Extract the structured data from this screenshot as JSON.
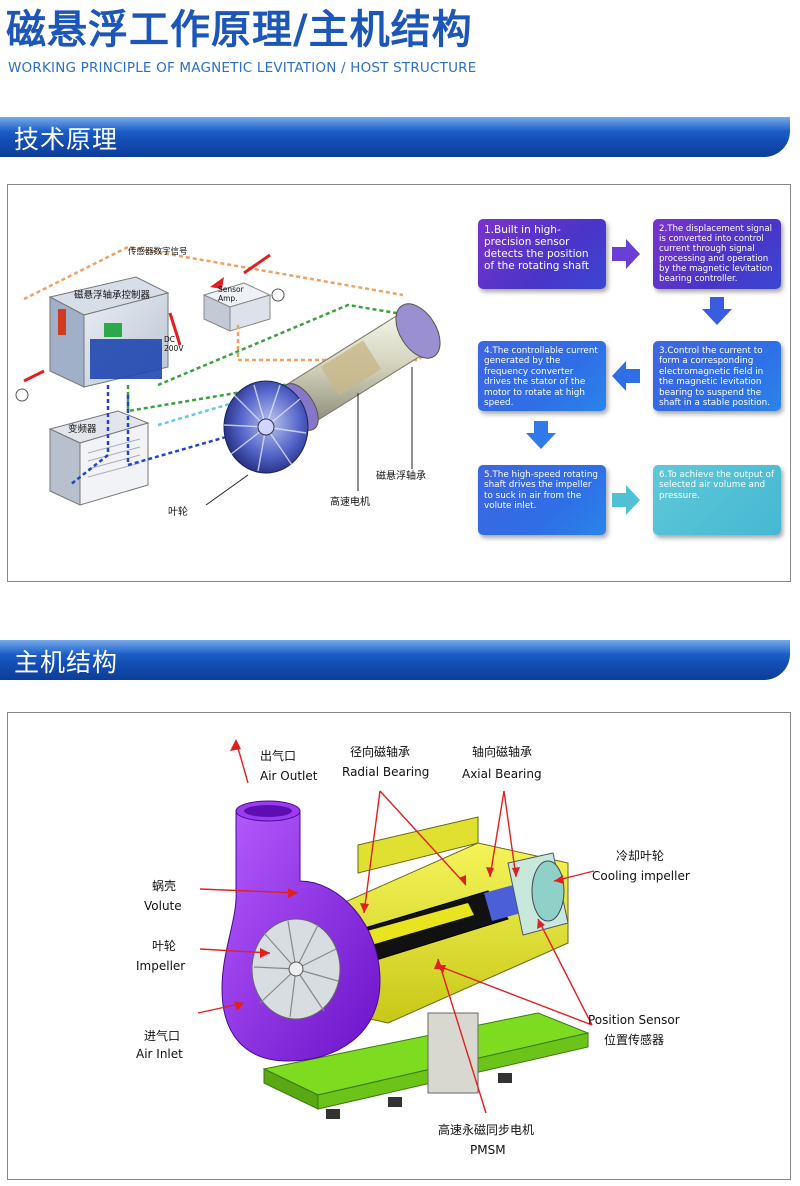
{
  "header": {
    "title": "磁悬浮工作原理/主机结构",
    "subtitle": "WORKING PRINCIPLE OF MAGNETIC LEVITATION / HOST STRUCTURE"
  },
  "sections": {
    "principle": "技术原理",
    "structure": "主机结构"
  },
  "principle_diagram": {
    "labels": {
      "sensor_signal": "传感器数字信号",
      "controller": "磁悬浮轴承控制器",
      "sensor_amp": "Sensor\nAmp.",
      "dc": "DC\n200V",
      "inverter": "变频器",
      "impeller": "叶轮",
      "motor": "高速电机",
      "bearing": "磁悬浮轴承"
    },
    "steps": [
      "1.Built in high-precision sensor detects the position of the rotating shaft",
      "2.The displacement signal is converted into control current through signal processing and operation by the magnetic levitation bearing controller.",
      "3.Control the current to form a corresponding electromagnetic field in the magnetic levitation bearing to suspend the shaft in a stable position.",
      "4.The controllable current generated by the frequency converter drives the stator of the motor to rotate at high speed.",
      "5.The high-speed rotating shaft drives the impeller to suck in air from the volute inlet.",
      "6.To achieve the output of selected air volume and pressure."
    ]
  },
  "structure_diagram": {
    "labels": {
      "outlet_cn": "出气口",
      "outlet_en": "Air Outlet",
      "radial_cn": "径向磁轴承",
      "radial_en": "Radial Bearing",
      "axial_cn": "轴向磁轴承",
      "axial_en": "Axial Bearing",
      "cooling_cn": "冷却叶轮",
      "cooling_en": "Cooling impeller",
      "volute_cn": "蜗壳",
      "volute_en": "Volute",
      "impeller_cn": "叶轮",
      "impeller_en": "Impeller",
      "inlet_cn": "进气口",
      "inlet_en": "Air Inlet",
      "position_en": "Position Sensor",
      "position_cn": "位置传感器",
      "pmsm_cn": "高速永磁同步电机",
      "pmsm_en": "PMSM"
    }
  },
  "colors": {
    "title_blue": "#1b56b8",
    "bar_blue": "#1450b8",
    "step_purple": "#5a33c8",
    "step_blue": "#2f6ee6",
    "step_cyan": "#4fc0d6",
    "volute_purple": "#8a2be2",
    "frame_yellow": "#e6e62a",
    "base_green": "#7ddc1f",
    "arrow_red": "#e02020"
  }
}
